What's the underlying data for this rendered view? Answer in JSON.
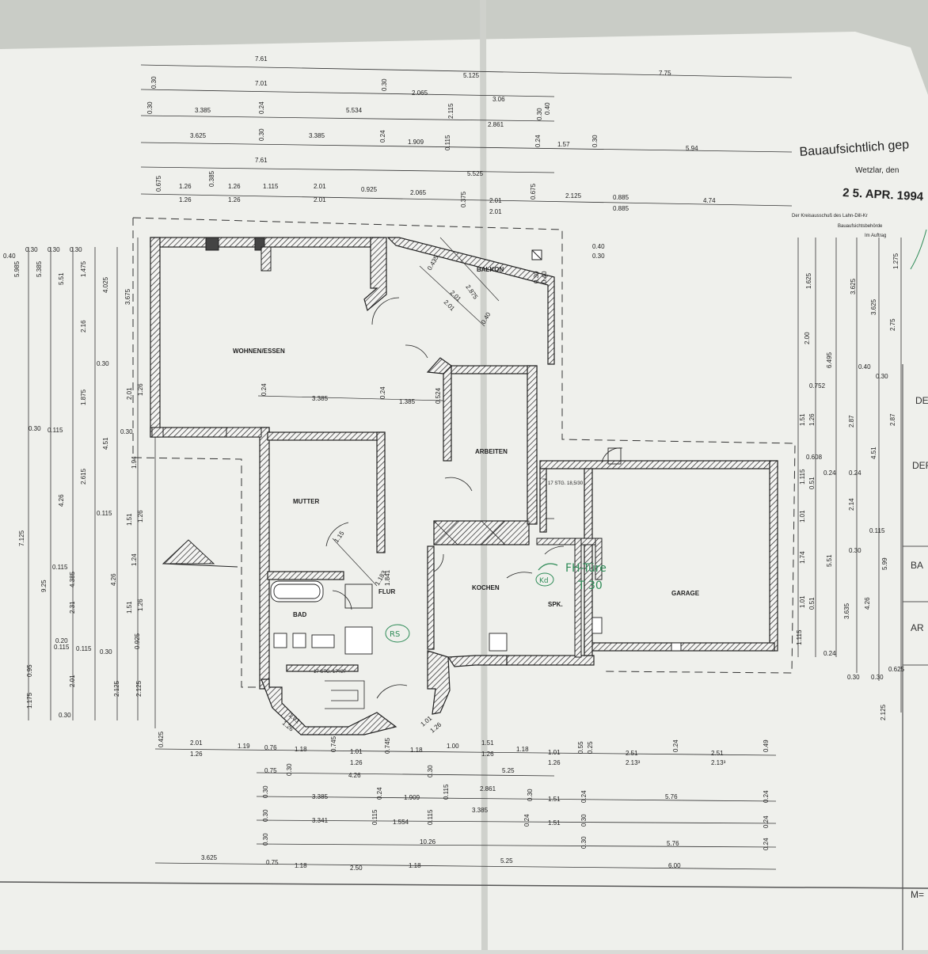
{
  "rooms": {
    "wohnen": "WOHNEN/ESSEN",
    "balkon": "BALKON",
    "arbeiten": "ARBEITEN",
    "mutter": "MUTTER",
    "bad": "BAD",
    "flur": "FLUR",
    "kochen": "KOCHEN",
    "spk": "SPK.",
    "garage": "GARAGE"
  },
  "annotations": {
    "stair_upper": "17 STG. 18,5/30",
    "stair_lower": "17 STG. 17²/27",
    "fire_door": "FH-Türe",
    "fire_rating": "T 30",
    "initials_kd": "Kd",
    "initials_rs": "RS"
  },
  "stamp": {
    "line1": "Bauaufsichtlich gep",
    "line2": "Wetzlar, den",
    "line3": "2 5. APR. 1994",
    "line4": "Der Kreisausschuß des Lahn-Dill-Kr",
    "line5": "Bauaufsichtsbehörde",
    "line6": "Im Auftrag"
  },
  "edge_labels": [
    "DE",
    "DER",
    "BA",
    "AR",
    "M="
  ],
  "dims_top": {
    "r1": [
      "7.61",
      "5.125",
      "7.75"
    ],
    "r2": [
      "0.30",
      "7.01",
      "0.30",
      "2.065"
    ],
    "r3": [
      "0.30",
      "3.385",
      "0.24",
      "5.534",
      "3.06",
      "2.115",
      "0.30",
      "0.40"
    ],
    "r4": [
      "3.625",
      "0.30",
      "3.385",
      "0.24",
      "1.909",
      "0.115",
      "2.861",
      "0.24",
      "1.57",
      "0.30",
      "5.94"
    ],
    "r5": [
      "7.61",
      "5.525"
    ],
    "r6": [
      "0.675",
      "1.26",
      "0.385",
      "1.26",
      "1.115",
      "2.01",
      "0.925",
      "2.065",
      "0.375",
      "2.01",
      "0.675",
      "2.125",
      "0.885",
      "4.74"
    ],
    "r6b": [
      "1.26",
      "1.26",
      "2.01",
      "2.01",
      "0.885"
    ]
  },
  "dims_left": [
    "0.30",
    "0.30",
    "0.30",
    "5.985",
    "5.385",
    "5.51",
    "1.475",
    "4.025",
    "3.675",
    "2.16",
    "0.30",
    "1.875",
    "2.01",
    "1.26",
    "0.30",
    "0.115",
    "4.51",
    "0.30",
    "2.615",
    "1.94",
    "4.26",
    "0.115",
    "1.51",
    "1.26",
    "7.125",
    "9.25",
    "0.115",
    "4.385",
    "1.24",
    "4.26",
    "2.31",
    "1.51",
    "1.26",
    "0.20",
    "0.115",
    "0.115",
    "0.30",
    "0.925",
    "1.175",
    "0.95",
    "2.01",
    "2.125",
    "2.125",
    "0.30",
    "0.40"
  ],
  "dims_right": [
    "0.40",
    "0.30",
    "1.625",
    "1.275",
    "2.00",
    "3.625",
    "3.625",
    "2.75",
    "6.495",
    "0.40",
    "0.30",
    "0.752",
    "1.51",
    "1.26",
    "2.87",
    "2.87",
    "0.608",
    "0.24",
    "0.24",
    "1.115",
    "0.51",
    "4.51",
    "1.01",
    "2.14",
    "0.115",
    "1.74",
    "5.51",
    "0.30",
    "5.99",
    "1.01",
    "0.51",
    "3.635",
    "4.26",
    "1.115",
    "0.24",
    "0.30",
    "0.30",
    "0.625",
    "2.125"
  ],
  "dims_bottom": {
    "r1": [
      "0.425",
      "2.01",
      "1.19",
      "0.76",
      "1.18",
      "0.745",
      "1.01",
      "0.745",
      "1.18",
      "1.00",
      "1.51",
      "1.18",
      "1.01",
      "0.55",
      "0.25",
      "2.51",
      "0.24",
      "2.51",
      "0.49"
    ],
    "r1b": [
      "1.26",
      "1.26",
      "1.26",
      "1.26",
      "2.13³",
      "2.13³"
    ],
    "r2": [
      "0.75",
      "0.30",
      "4.26",
      "0.30",
      "5.25"
    ],
    "r3": [
      "0.30",
      "3.385",
      "0.24",
      "1.909",
      "0.115",
      "2.861",
      "0.30",
      "1.51",
      "0.24",
      "5.76",
      "0.24"
    ],
    "r4": [
      "0.30",
      "3.341",
      "0.115",
      "1.554",
      "0.115",
      "3.385",
      "0.24",
      "1.51",
      "0.30",
      "0.24"
    ],
    "r5": [
      "0.30",
      "10.26",
      "0.30",
      "5.76",
      "0.24"
    ],
    "r6": [
      "3.625",
      "0.75",
      "1.18",
      "2.50",
      "1.18",
      "5.25",
      "6.00"
    ]
  },
  "dims_interior": [
    "3.385",
    "0.24",
    "1.385",
    "0.24",
    "0.524",
    "0.435",
    "2.875",
    "2.01",
    "2.01",
    "0.40",
    "0.30",
    "0.40",
    "1.15",
    "1.183",
    "1.841",
    "1.01",
    "1.26",
    "1.01",
    "1.26"
  ],
  "colors": {
    "paper": "#f2f3f0",
    "ink": "#222222",
    "stamp": "#2e8b57"
  }
}
